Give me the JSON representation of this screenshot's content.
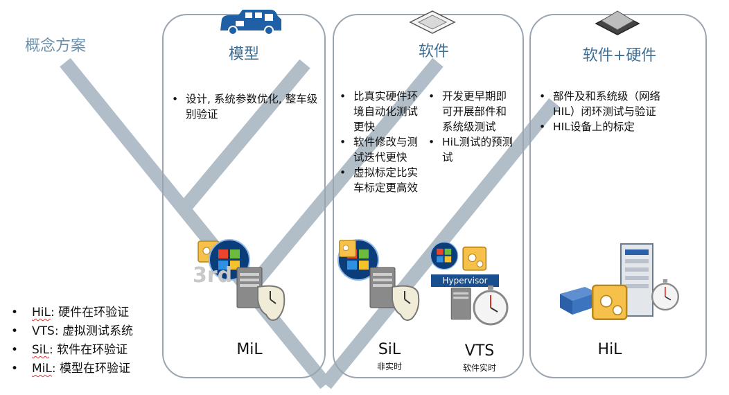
{
  "concept_label": "概念方案",
  "panels": [
    {
      "id": "model",
      "title": "模型",
      "bullets": [
        "设计, 系统参数优化, 整车级别验证"
      ],
      "footer": "MiL"
    },
    {
      "id": "software",
      "title": "软件",
      "bullets_left": [
        "比真实硬件环境自动化测试更快",
        "软件修改与测试迭代更快",
        "虚拟标定比实车标定更高效"
      ],
      "bullets_right": [
        "开发更早期即可开展部件和系统级测试",
        "HiL测试的预测试"
      ],
      "footer_left": "SiL",
      "footer_left_sub": "非实时",
      "footer_right": "VTS",
      "footer_right_sub": "软件实时",
      "hypervisor_label": "Hypervisor"
    },
    {
      "id": "hardware",
      "title": "软件+硬件",
      "bullets": [
        "部件及和系统级（网络HIL）闭环测试与验证",
        "HIL设备上的标定"
      ],
      "footer": "HiL"
    }
  ],
  "third_party_label": "3rd",
  "legend": [
    {
      "abbr": "HiL",
      "text": ": 硬件在环验证"
    },
    {
      "abbr": "VTS",
      "text": ": 虚拟测试系统"
    },
    {
      "abbr": "SiL",
      "text": ": 软件在环验证"
    },
    {
      "abbr": "MiL",
      "text": ": 模型在环验证"
    }
  ],
  "colors": {
    "panel_border": "#9aa5b1",
    "v_shape": "#a9b6c2",
    "title": "#3e6f93",
    "accent_blue": "#1f5fa6"
  },
  "icons": [
    "car-icon",
    "chip-icon",
    "chip-heatsink-icon",
    "windows-logo-icon",
    "server-icon",
    "melting-clock-icon",
    "stopwatch-icon",
    "gear-box-icon",
    "hil-rack-icon"
  ]
}
